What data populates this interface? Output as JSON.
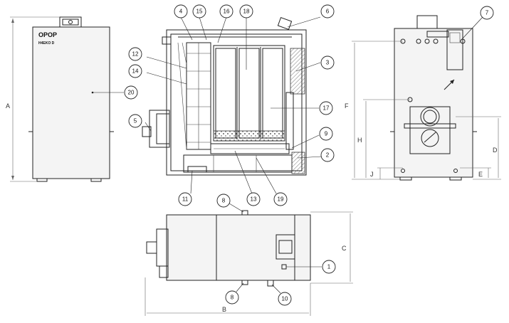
{
  "brand": {
    "logo": "OPOP",
    "model": "H4EKO D"
  },
  "callouts": [
    {
      "id": "c1",
      "label": "1"
    },
    {
      "id": "c2",
      "label": "2"
    },
    {
      "id": "c3",
      "label": "3"
    },
    {
      "id": "c4",
      "label": "4"
    },
    {
      "id": "c5",
      "label": "5"
    },
    {
      "id": "c6",
      "label": "6"
    },
    {
      "id": "c7",
      "label": "7"
    },
    {
      "id": "c8a",
      "label": "8"
    },
    {
      "id": "c8b",
      "label": "8"
    },
    {
      "id": "c9",
      "label": "9"
    },
    {
      "id": "c10",
      "label": "10"
    },
    {
      "id": "c11",
      "label": "11"
    },
    {
      "id": "c12",
      "label": "12"
    },
    {
      "id": "c13",
      "label": "13"
    },
    {
      "id": "c14",
      "label": "14"
    },
    {
      "id": "c15",
      "label": "15"
    },
    {
      "id": "c16",
      "label": "16"
    },
    {
      "id": "c17",
      "label": "17"
    },
    {
      "id": "c18",
      "label": "18"
    },
    {
      "id": "c19",
      "label": "19"
    },
    {
      "id": "c20",
      "label": "20"
    }
  ],
  "dimensions": {
    "A": "A",
    "B": "B",
    "C": "C",
    "D": "D",
    "E": "E",
    "F": "F",
    "H": "H",
    "J": "J"
  }
}
